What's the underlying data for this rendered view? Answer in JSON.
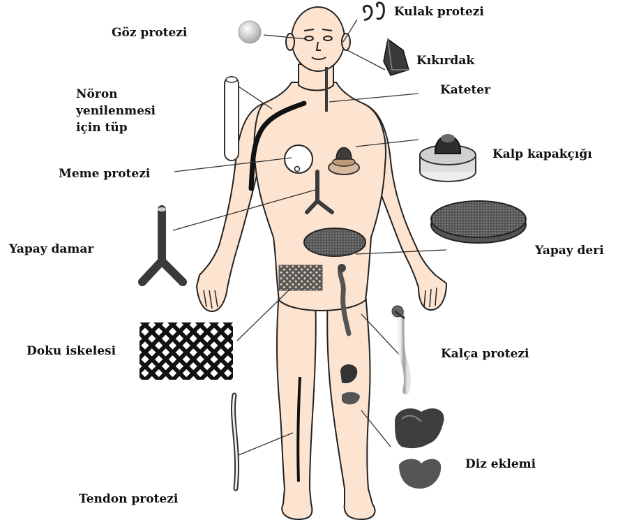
{
  "labels": {
    "goz_protezi": "Göz protezi",
    "kulak_protezi": "Kulak protezi",
    "kikirdak": "Kıkırdak",
    "noron_line1": "Nöron",
    "noron_line2": "yenilenmesi",
    "noron_line3": "için tüp",
    "kateter": "Kateter",
    "kalp_kapakcigi": "Kalp kapakçığı",
    "meme_protezi": "Meme protezi",
    "yapay_damar": "Yapay damar",
    "yapay_deri": "Yapay deri",
    "doku_iskelesi": "Doku iskelesi",
    "kalca_protezi": "Kalça protezi",
    "diz_eklemi": "Diz eklemi",
    "tendon_protezi": "Tendon protezi"
  },
  "colors": {
    "skin": "#fde4d0",
    "outline": "#222222",
    "implant_dark": "#3a3a3a",
    "mesh": "#111111"
  }
}
